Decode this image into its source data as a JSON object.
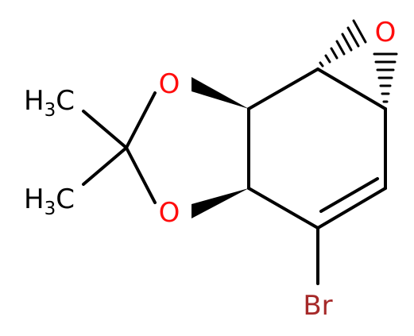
{
  "atoms": {
    "o_epoxide": "O",
    "o_upper": "O",
    "o_lower": "O",
    "bromine": "Br",
    "methyl_upper": {
      "main": "H",
      "sub": "3",
      "tail": "C"
    },
    "methyl_lower": {
      "main": "H",
      "sub": "3",
      "tail": "C"
    }
  },
  "colors": {
    "bond": "#000000",
    "oxygen": "#ff0d0d",
    "bromine": "#a62929",
    "carbon": "#000000"
  }
}
